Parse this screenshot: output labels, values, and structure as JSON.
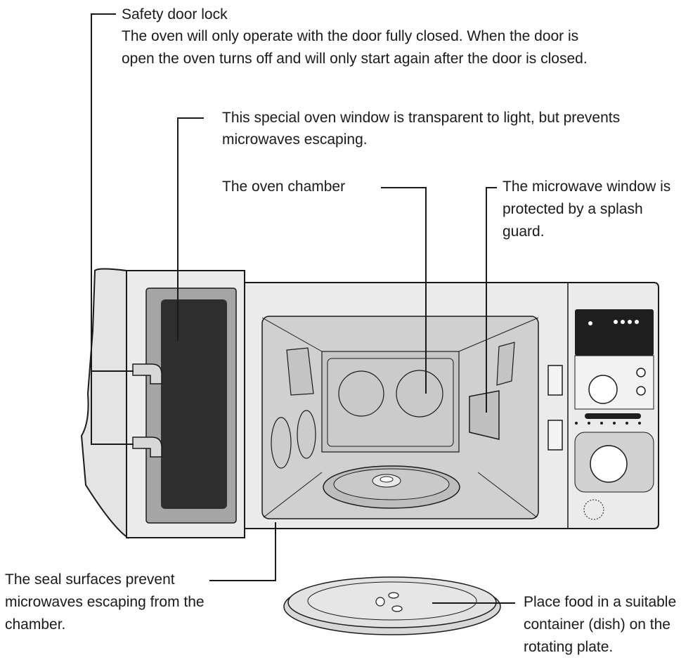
{
  "callouts": {
    "door_lock": {
      "title": "Safety door lock",
      "lines": [
        "The oven will only operate with the door fully closed. When the door is",
        "open the oven turns off and will only start again after the door is closed."
      ]
    },
    "window": {
      "lines": [
        "This special oven window is transparent to light, but prevents",
        "microwaves escaping."
      ]
    },
    "chamber": {
      "lines": [
        "The oven chamber"
      ]
    },
    "splash_guard": {
      "lines": [
        "The microwave window is",
        "protected by a splash",
        "guard."
      ]
    },
    "seal": {
      "lines": [
        "The seal surfaces prevent",
        "microwaves escaping from the",
        "chamber."
      ]
    },
    "plate": {
      "lines": [
        "Place food in a suitable",
        "container (dish) on the",
        "rotating plate."
      ]
    }
  },
  "colors": {
    "line": "#1a1a1a",
    "body": "#ebebeb",
    "chamber": "#d0d0d0",
    "window_frame": "#a5a5a5",
    "window_glass": "#2e2e2e",
    "panel_dark": "#1e1e1e"
  }
}
